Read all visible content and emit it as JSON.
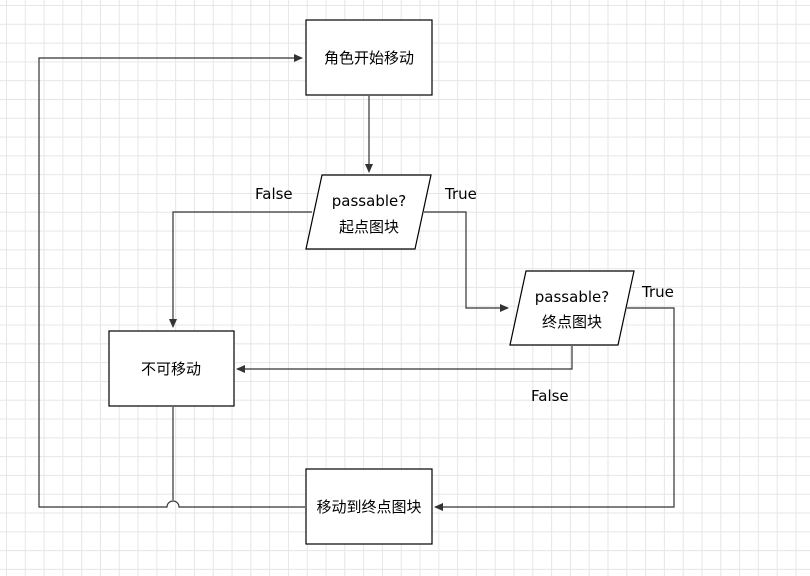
{
  "nodes": {
    "start": {
      "label": "角色开始移动"
    },
    "check_start": {
      "line1": "passable?",
      "line2": "起点图块"
    },
    "check_end": {
      "line1": "passable?",
      "line2": "终点图块"
    },
    "cannot_move": {
      "label": "不可移动"
    },
    "move_to_end": {
      "label": "移动到终点图块"
    }
  },
  "edges": {
    "start_false": "False",
    "start_true": "True",
    "end_true": "True",
    "end_false": "False"
  },
  "colors": {
    "line": "#333333",
    "grid": "#e6e6e6",
    "shape_fill": "#ffffff"
  }
}
